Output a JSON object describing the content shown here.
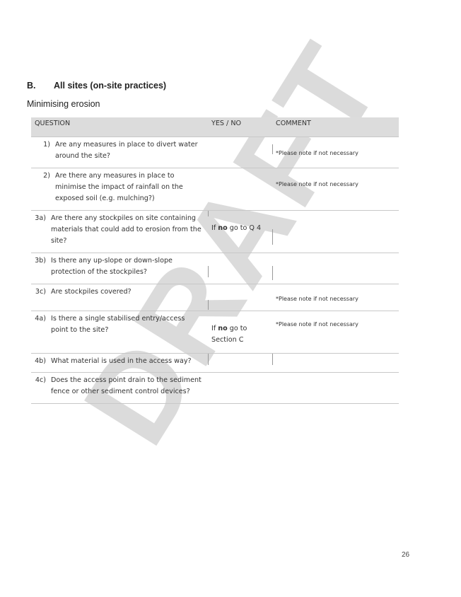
{
  "section": {
    "letter": "B.",
    "title": "All sites (on-site practices)"
  },
  "subheading": "Minimising erosion",
  "table": {
    "headers": [
      "QUESTION",
      "YES / NO",
      "COMMENT"
    ],
    "rows": [
      {
        "num": "1)",
        "text": "Are any measures in place to divert water around the site?",
        "yesno_pre": "",
        "yesno_kw": "",
        "yesno_post": "",
        "comment": "*Please note if not necessary"
      },
      {
        "num": "2)",
        "text": "Are there any measures in place to minimise the impact of rainfall on the exposed soil (e.g. mulching?)",
        "yesno_pre": "",
        "yesno_kw": "",
        "yesno_post": "",
        "comment": "*Please note if not necessary"
      },
      {
        "num": "3a)",
        "text": "Are there any stockpiles on site containing materials that could add to erosion from the site?",
        "yesno_pre": "If ",
        "yesno_kw": "no",
        "yesno_post": " go to Q 4",
        "comment": ""
      },
      {
        "num": "3b)",
        "text": "Is there any up-slope or down-slope protection of the stockpiles?",
        "yesno_pre": "",
        "yesno_kw": "",
        "yesno_post": "",
        "comment": ""
      },
      {
        "num": "3c)",
        "text": "Are stockpiles covered?",
        "yesno_pre": "",
        "yesno_kw": "",
        "yesno_post": "",
        "comment": "*Please note if not necessary"
      },
      {
        "num": "4a)",
        "text": "Is there a single stabilised entry/access point to the site?",
        "yesno_pre": "If ",
        "yesno_kw": "no",
        "yesno_post": " go to Section C",
        "comment": "*Please note if not necessary"
      },
      {
        "num": "4b)",
        "text": "What material is used in the access way?",
        "yesno_pre": "",
        "yesno_kw": "",
        "yesno_post": "",
        "comment": ""
      },
      {
        "num": "4c)",
        "text": "Does the access point drain to the sediment fence or other sediment control devices?",
        "yesno_pre": "",
        "yesno_kw": "",
        "yesno_post": "",
        "comment": ""
      }
    ]
  },
  "watermark": "DRAFT",
  "page_number": "26"
}
